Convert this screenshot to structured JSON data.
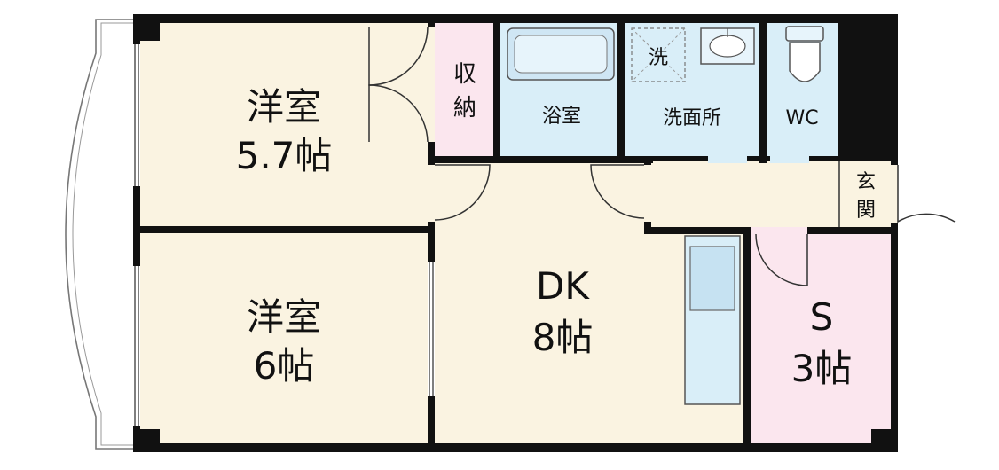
{
  "colors": {
    "wall": "#111111",
    "floor_wood": "#faf3e1",
    "storage_pink": "#fbe6ee",
    "wet_blue": "#d9eef8",
    "door_line": "#333333"
  },
  "rooms": {
    "western_top": {
      "name": "洋室",
      "size": "5.7帖"
    },
    "western_bottom": {
      "name": "洋室",
      "size": "6帖"
    },
    "dk": {
      "name": "DK",
      "size": "8帖"
    },
    "service": {
      "name": "S",
      "size": "3帖"
    },
    "storage": {
      "line1": "収",
      "line2": "納"
    },
    "bath": {
      "name": "浴室"
    },
    "washroom": {
      "name": "洗面所",
      "washer_mark": "洗"
    },
    "wc": {
      "name": "WC"
    },
    "entrance": {
      "line1": "玄",
      "line2": "関"
    }
  },
  "icons": [
    "bathtub-icon",
    "washbasin-icon",
    "washing-machine-icon",
    "toilet-icon",
    "kitchen-counter-icon",
    "door-swing-icon",
    "balcony-icon"
  ]
}
